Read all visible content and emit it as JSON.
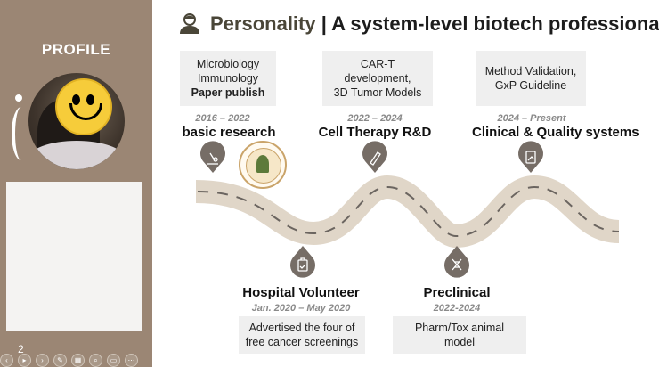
{
  "sidebar": {
    "title": "PROFILE",
    "page_number": "2",
    "toolbar_icons": [
      "prev-icon",
      "play-icon",
      "next-icon",
      "pen-icon",
      "slides-icon",
      "zoom-icon",
      "subtitle-icon",
      "more-icon"
    ]
  },
  "header": {
    "title_accent": "Personality",
    "title_rest": " | A system-level biotech professional",
    "icon": "person-icon"
  },
  "timeline_top": [
    {
      "box_lines": [
        "Microbiology",
        "Immunology"
      ],
      "box_bold": "Paper publish",
      "date": "2016 – 2022",
      "heading": "basic research",
      "pin_icon": "microscope-icon"
    },
    {
      "box_lines": [
        "CAR-T",
        "development,",
        "3D Tumor Models"
      ],
      "box_bold": "",
      "date": "2022 – 2024",
      "heading": "Cell Therapy R&D",
      "pin_icon": "test-tube-icon"
    },
    {
      "box_lines": [
        "Method Validation,",
        "GxP Guideline"
      ],
      "box_bold": "",
      "date": "2024 – Present",
      "heading": "Clinical & Quality systems",
      "pin_icon": "document-icon"
    }
  ],
  "timeline_bottom": [
    {
      "heading": "Hospital Volunteer",
      "date": "Jan. 2020 – May 2020",
      "box_lines": [
        "Advertised the four of",
        "free cancer screenings"
      ],
      "pin_icon": "clipboard-icon"
    },
    {
      "heading": "Preclinical",
      "date": "2022-2024",
      "box_lines": [
        "Pharm/Tox animal",
        "model"
      ],
      "pin_icon": "dna-icon"
    }
  ],
  "colors": {
    "sidebar": "#9b8674",
    "road": "#e0d6c8",
    "pin": "#766d66",
    "box": "#efefef"
  }
}
